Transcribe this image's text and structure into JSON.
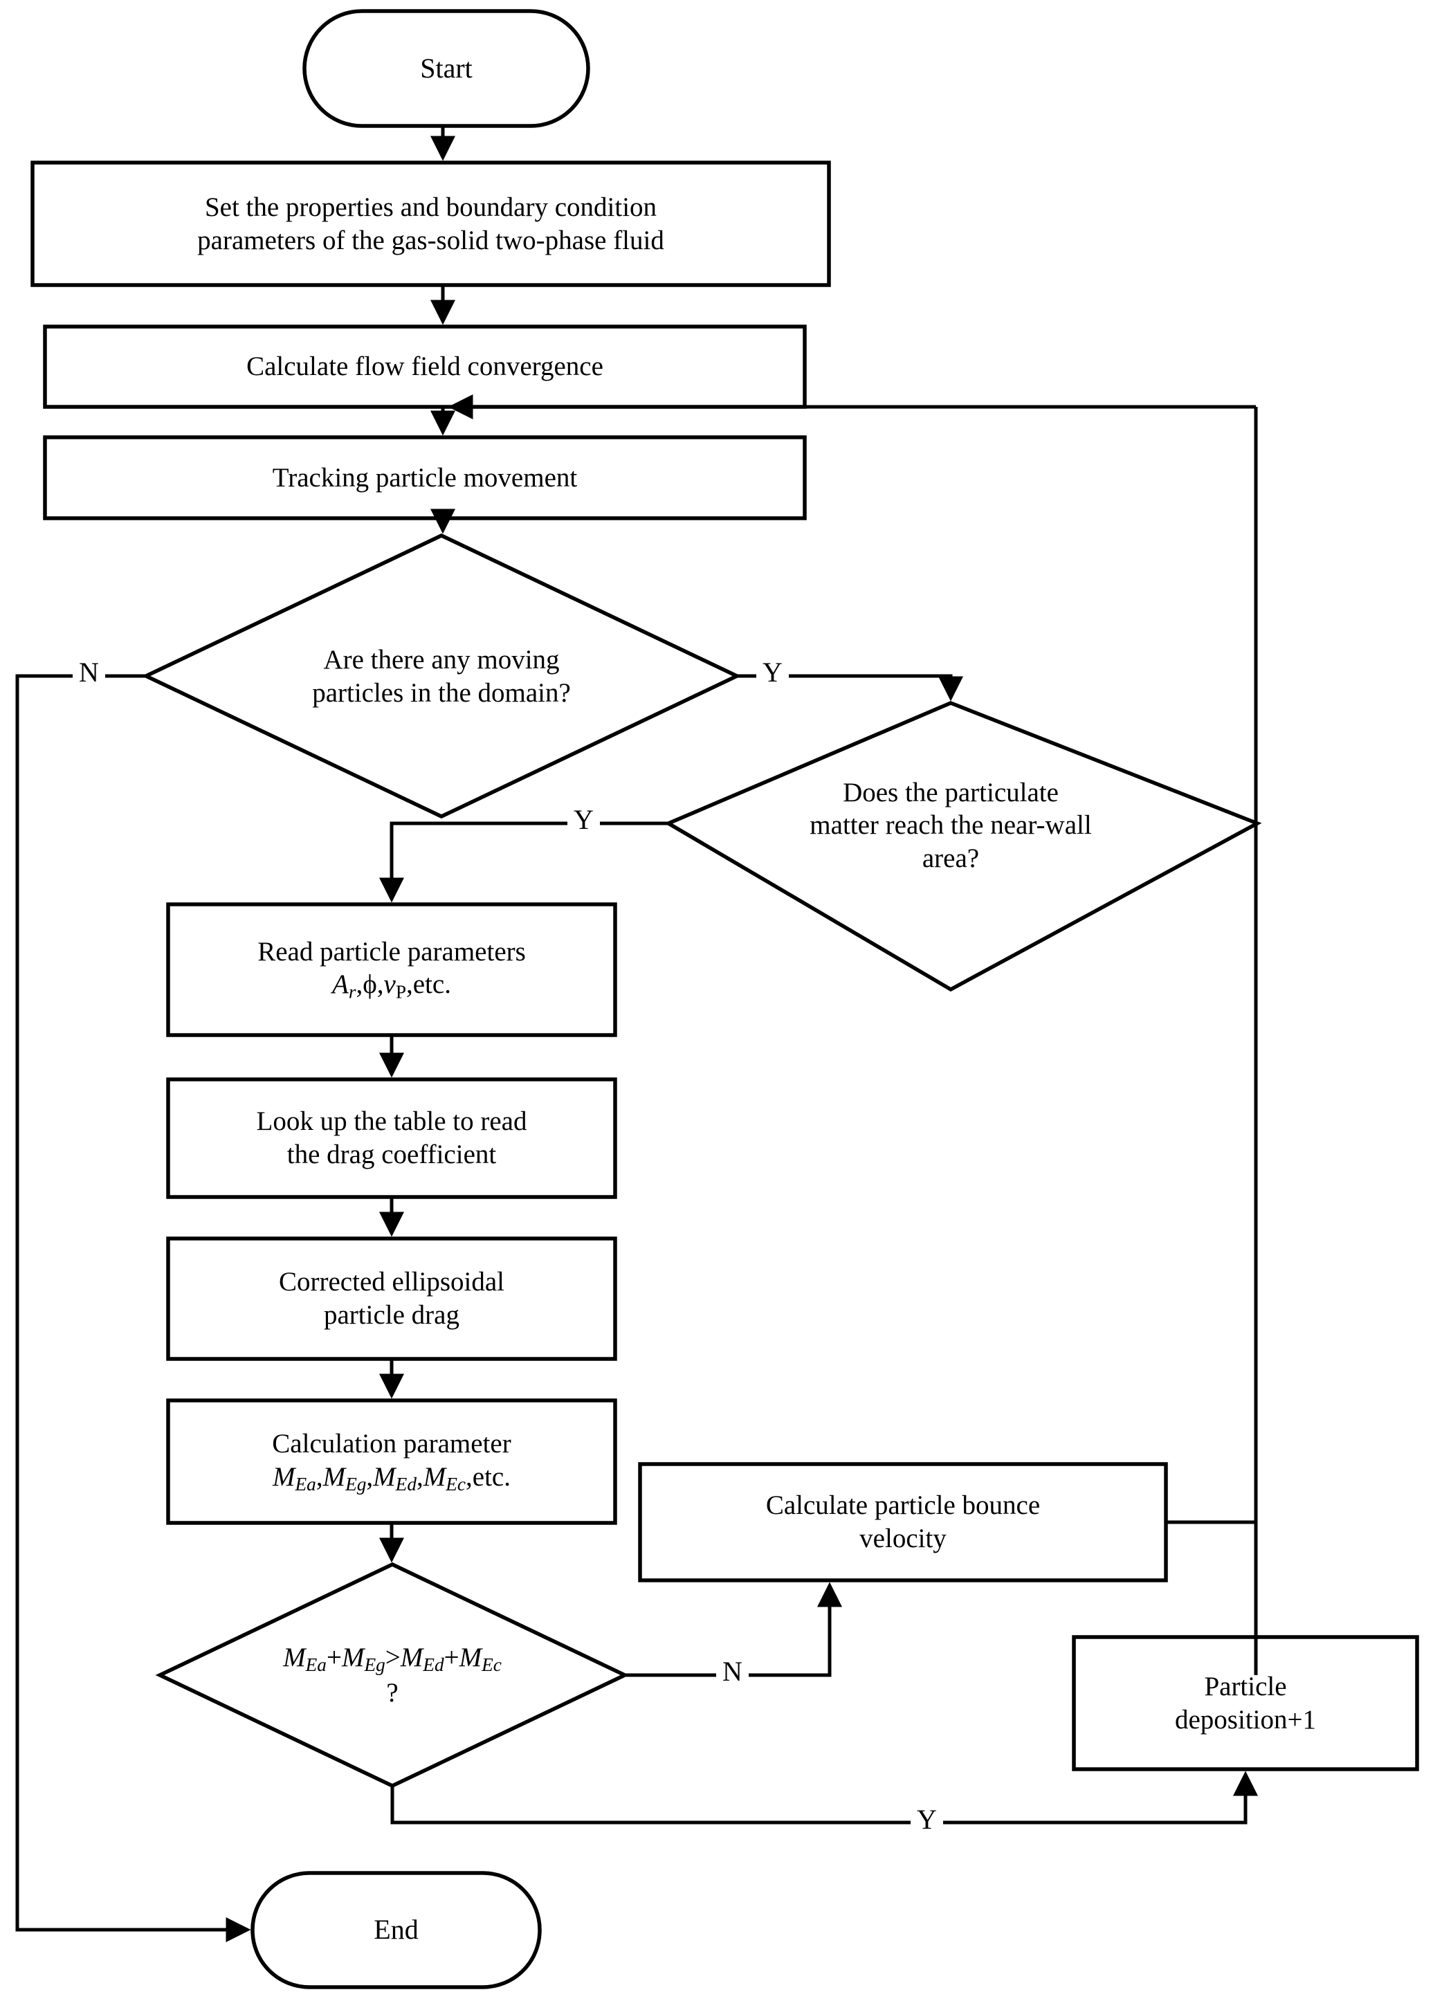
{
  "diagram": {
    "type": "flowchart",
    "title": "Gas-solid two-phase particle deposition simulation flowchart",
    "orientation": "top-to-bottom",
    "stroke_color": "#000000",
    "fill_color": "#ffffff"
  },
  "nodes": {
    "start": {
      "label": "Start",
      "shape": "terminator"
    },
    "set_properties": {
      "line1": "Set the properties and boundary condition",
      "line2": "parameters of the gas-solid two-phase fluid",
      "shape": "process"
    },
    "calc_flow": {
      "label": "Calculate flow field convergence",
      "shape": "process"
    },
    "tracking": {
      "label": "Tracking particle movement",
      "shape": "process"
    },
    "moving_particles": {
      "line1": "Are there any moving",
      "line2": "particles in the domain?",
      "shape": "decision"
    },
    "near_wall": {
      "line1": "Does the particulate",
      "line2": "matter reach the near-wall",
      "line3": "area?",
      "shape": "decision"
    },
    "read_params": {
      "line1": "Read particle parameters",
      "formula_prefix": "A",
      "formula_sub1": "r",
      "formula_mid": ",ϕ,",
      "formula_v": "v",
      "formula_sub2": "P",
      "formula_suffix": ",etc.",
      "shape": "process"
    },
    "lookup_table": {
      "line1": "Look up the table to read",
      "line2": "the drag coefficient",
      "shape": "process"
    },
    "corrected_drag": {
      "line1": "Corrected ellipsoidal",
      "line2": "particle drag",
      "shape": "process"
    },
    "calc_parameter": {
      "line1": "Calculation parameter",
      "formula_terms": [
        "M",
        "Ea",
        "M",
        "Eg",
        "M",
        "Ed",
        "M",
        "Ec"
      ],
      "formula_suffix": ",etc.",
      "shape": "process"
    },
    "energy_compare": {
      "formula": "M_Ea+M_Eg>M_Ed+M_Ec",
      "question_mark": "?",
      "shape": "decision"
    },
    "bounce_velocity": {
      "line1": "Calculate particle bounce",
      "line2": "velocity",
      "shape": "process"
    },
    "deposition": {
      "line1": "Particle",
      "line2": "deposition+1",
      "shape": "process"
    },
    "end": {
      "label": "End",
      "shape": "terminator"
    }
  },
  "edge_labels": {
    "moving_no": "N",
    "moving_yes": "Y",
    "near_wall_yes": "Y",
    "energy_no": "N",
    "energy_yes": "Y"
  }
}
